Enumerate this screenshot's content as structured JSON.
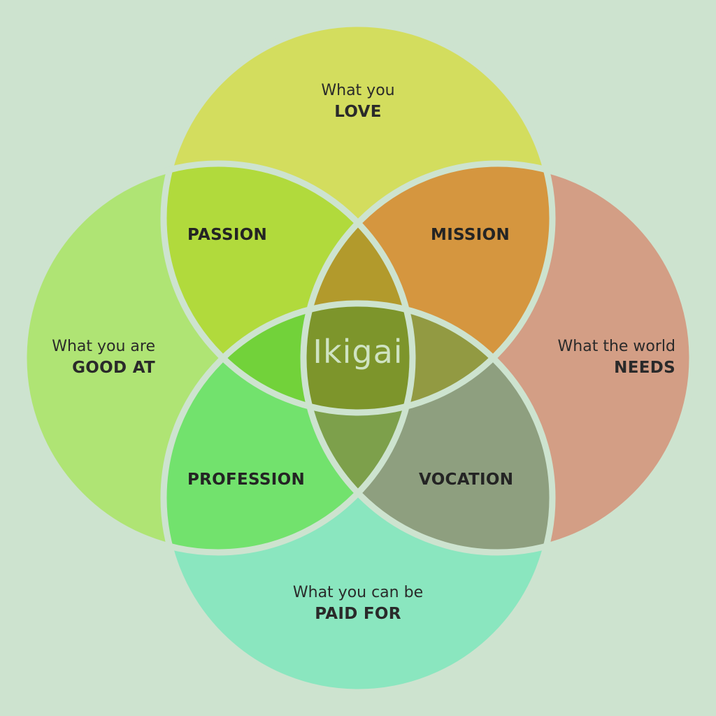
{
  "colors": {
    "background": "#cde3cf",
    "love": "#d3dd5e",
    "needs": "#d39e85",
    "good_at": "#afe474",
    "paid_for": "#8ae6bf",
    "passion": "#b1da3c",
    "mission": "#d5963f",
    "profession": "#72e26d",
    "vocation": "#8e9f7f",
    "passion_mission": "#b29a2c",
    "passion_profession": "#72d23a",
    "mission_vocation": "#929a42",
    "profession_vocation": "#7da04b",
    "ikigai": "#7d952b",
    "stroke": "#cde3cf"
  },
  "circles": {
    "love": {
      "line1": "What you",
      "line2": "LOVE"
    },
    "good_at": {
      "line1": "What you are",
      "line2": "GOOD AT"
    },
    "needs": {
      "line1": "What the world",
      "line2": "NEEDS"
    },
    "paid_for": {
      "line1": "What you can be",
      "line2": "PAID FOR"
    }
  },
  "zones": {
    "passion": "PASSION",
    "mission": "MISSION",
    "profession": "PROFESSION",
    "vocation": "VOCATION"
  },
  "center": {
    "label": "Ikigai"
  }
}
